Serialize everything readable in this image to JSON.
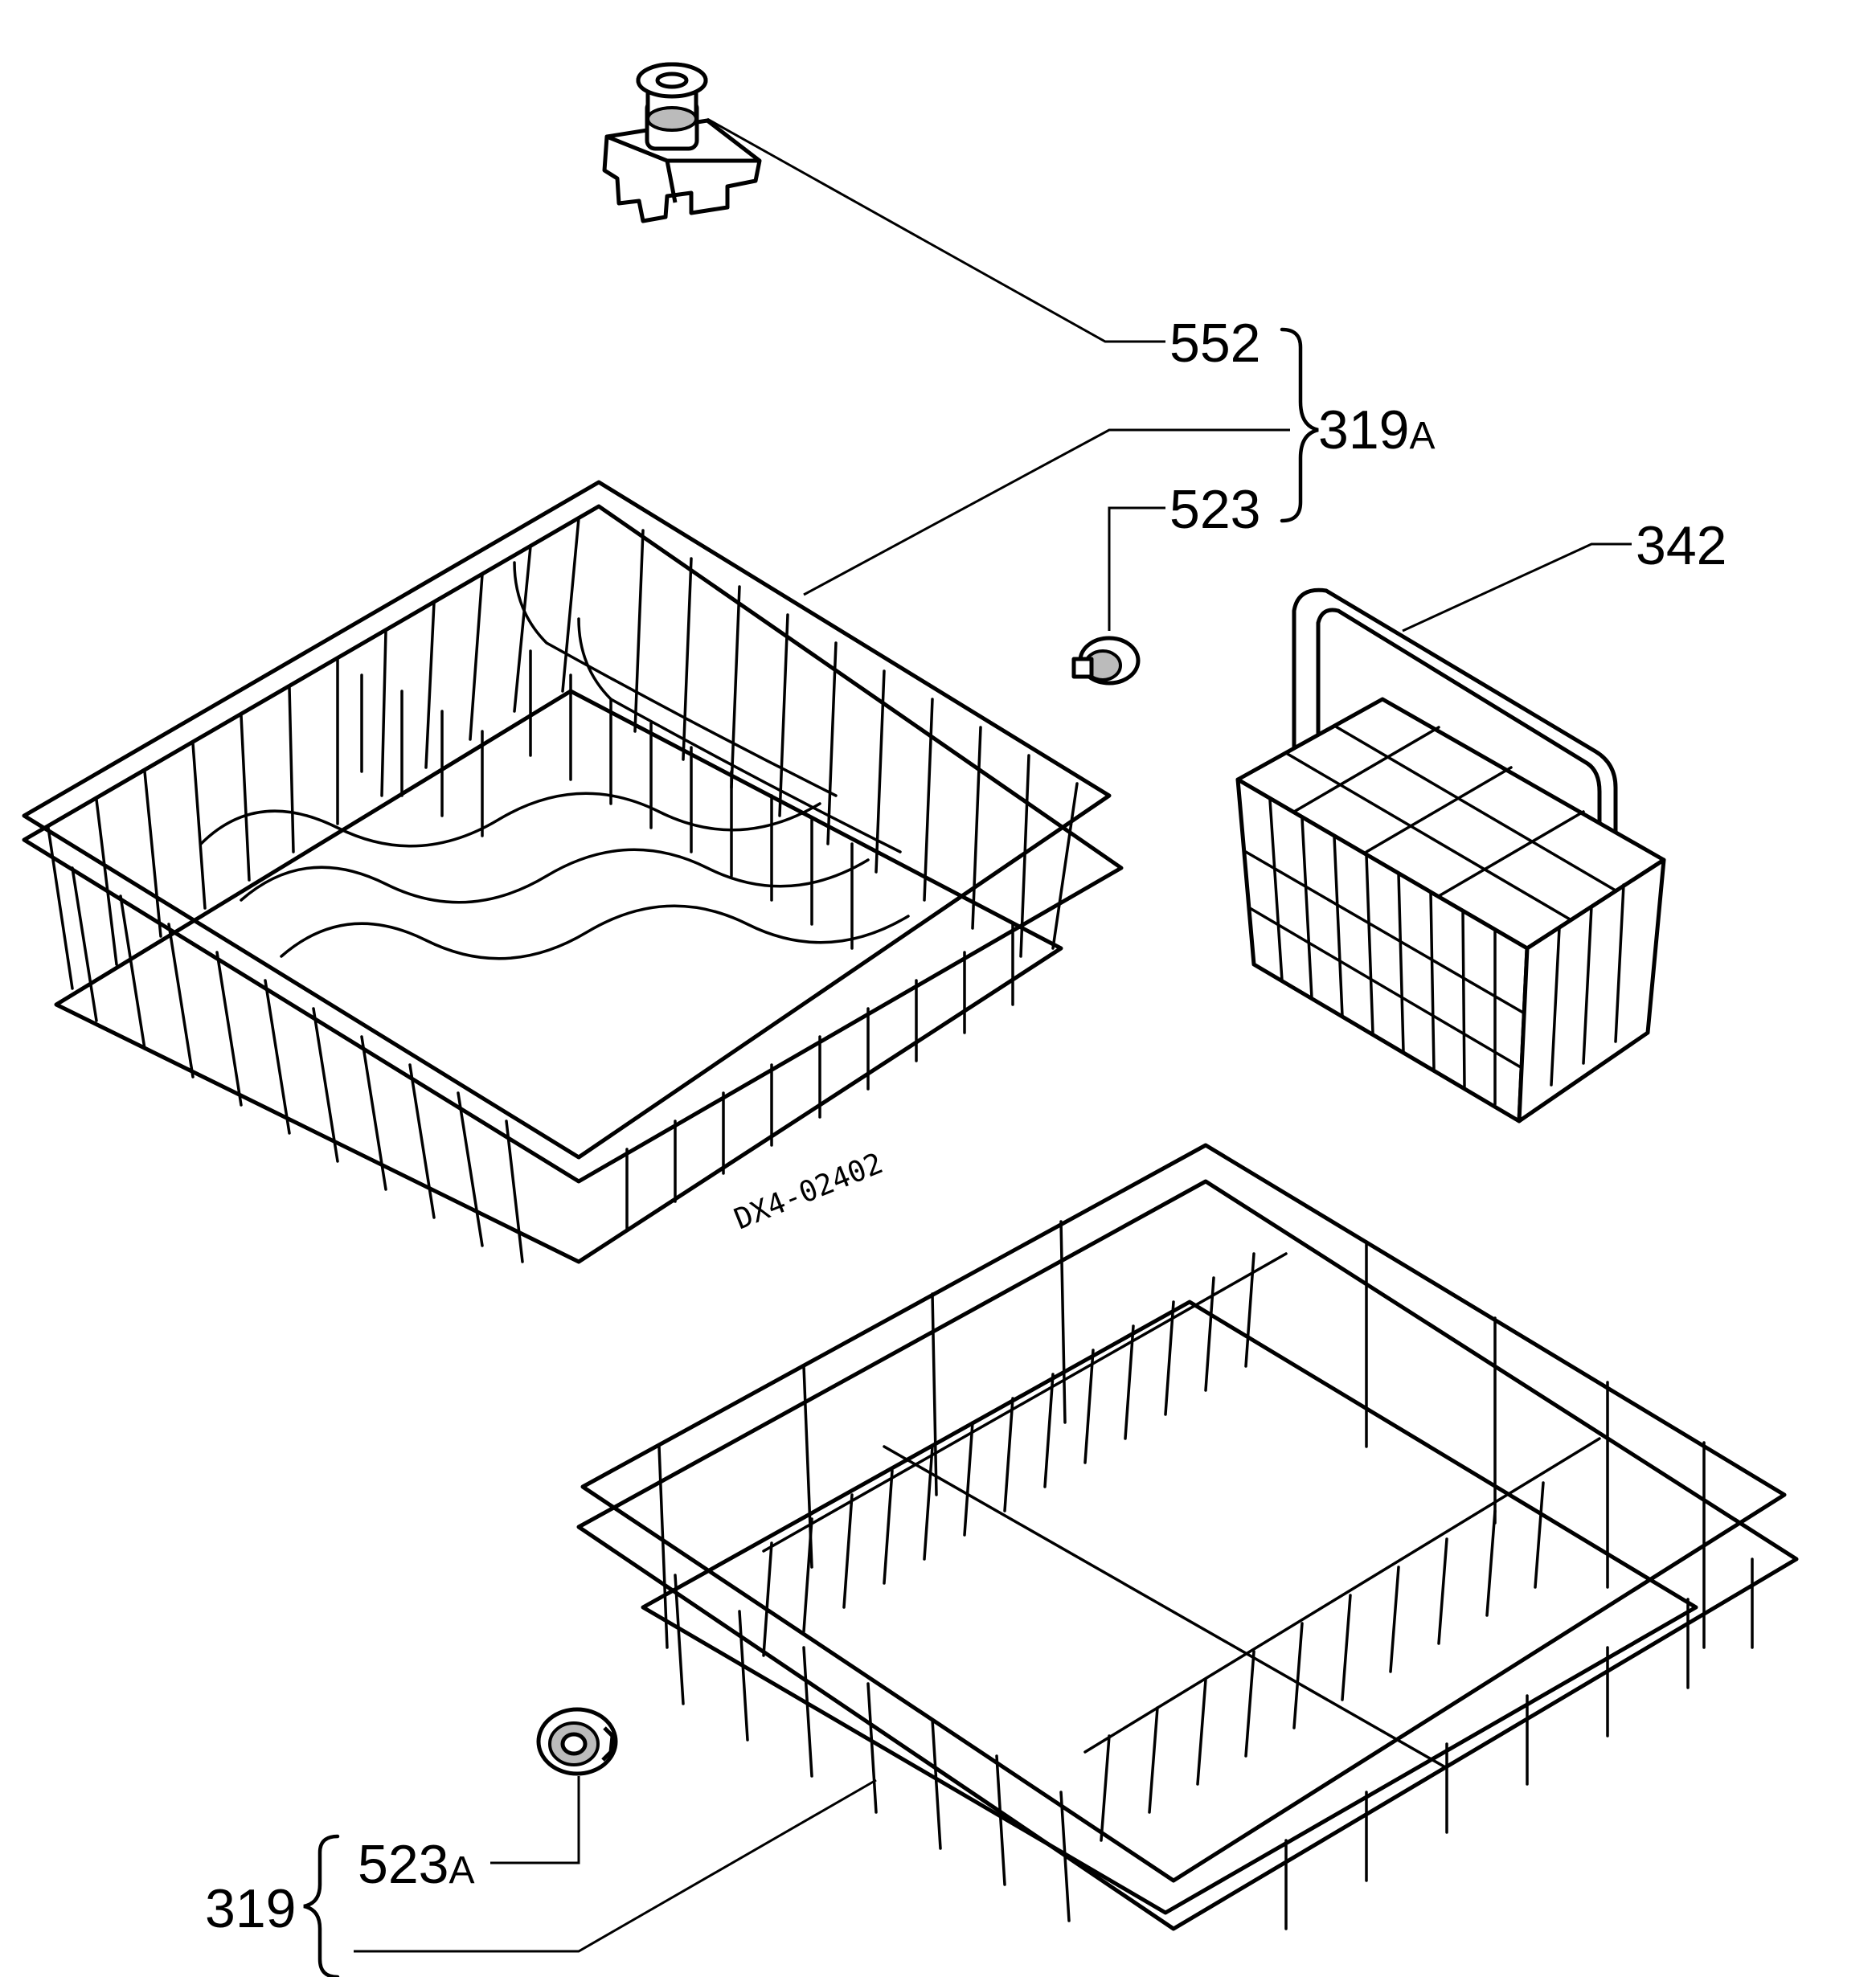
{
  "drawing_code": "DX4-02402",
  "parts": {
    "p552": "552",
    "p523": "523",
    "p319a_main": "319",
    "p319a_suffix": "A",
    "p342": "342",
    "p523a_main": "523",
    "p523a_suffix": "A",
    "p319": "319"
  }
}
